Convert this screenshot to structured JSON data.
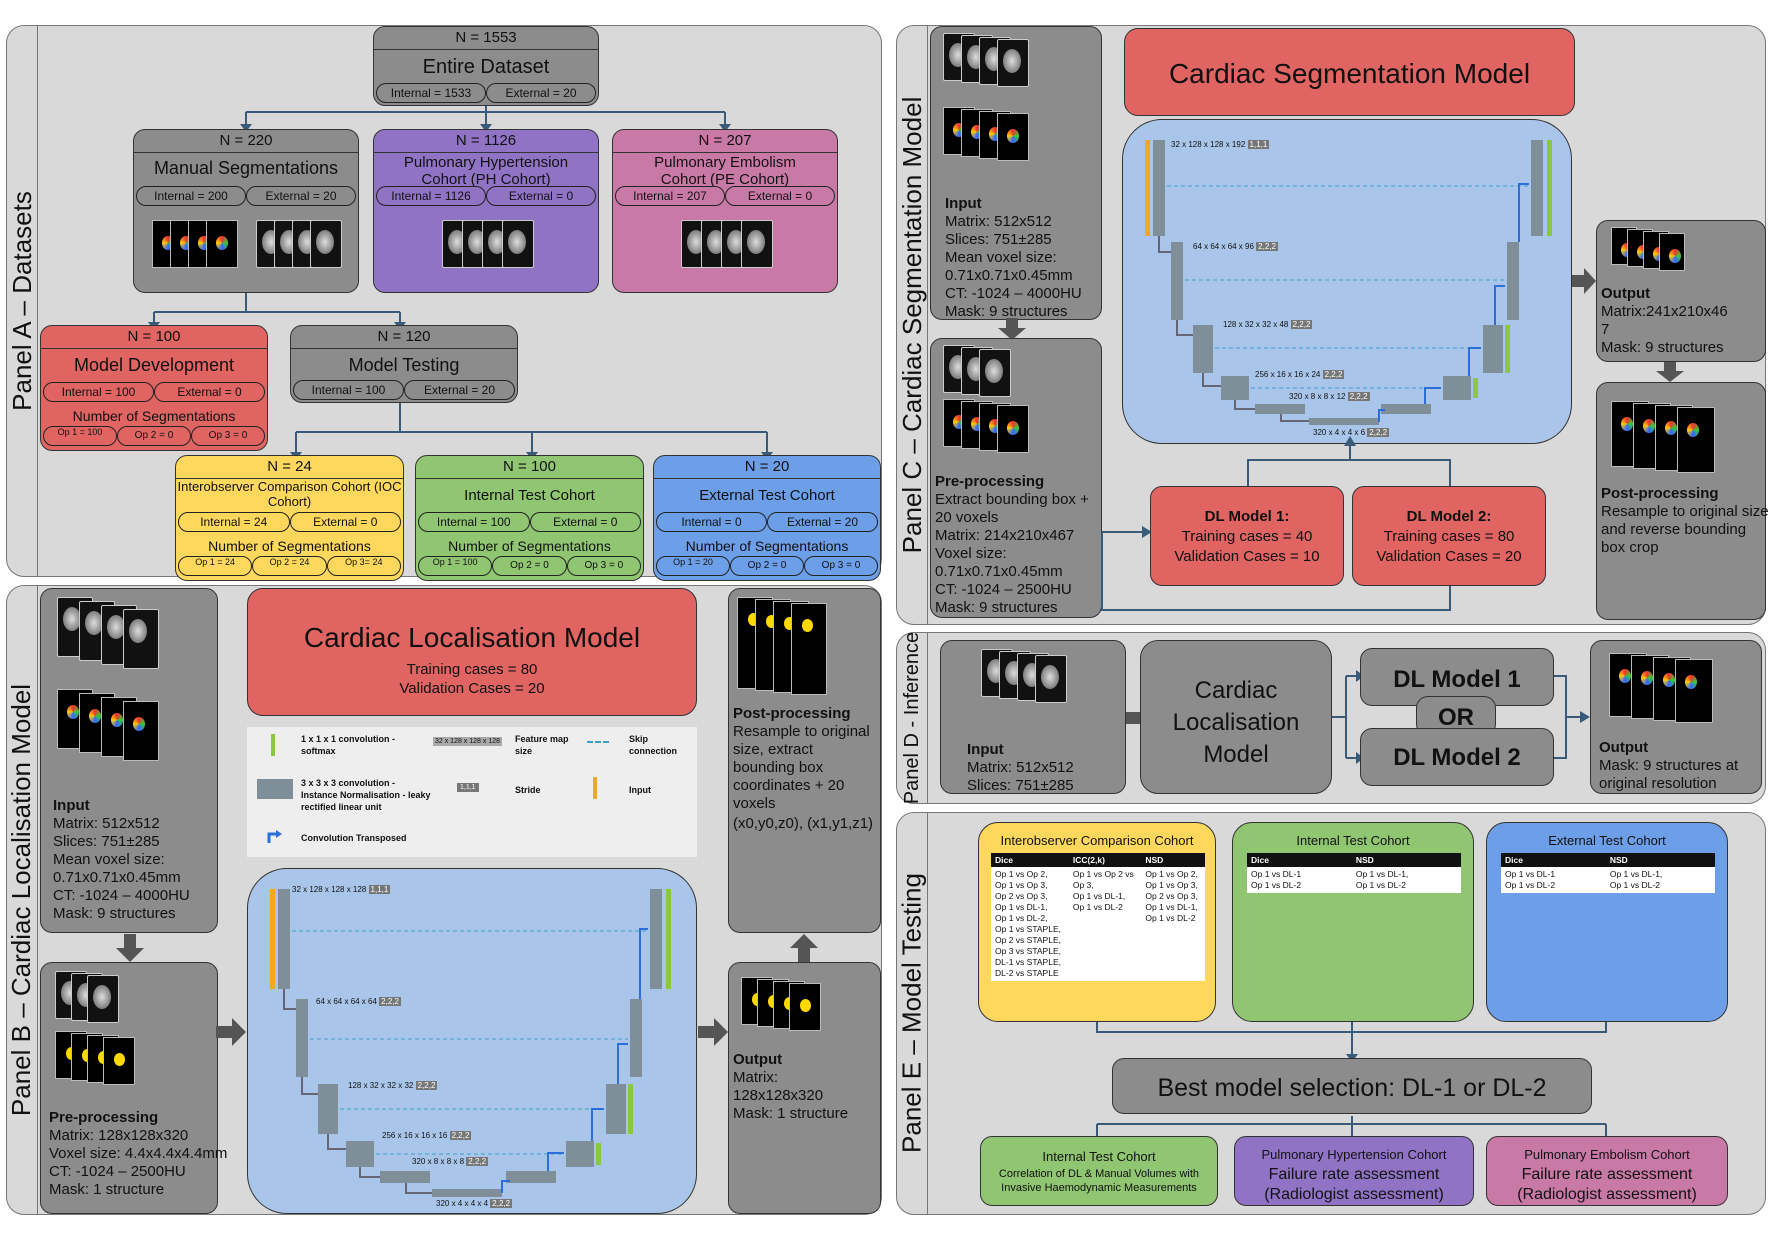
{
  "panels": {
    "a": "Panel A – Datasets",
    "b": "Panel B – Cardiac Localisation Model",
    "c": "Panel C – Cardiac Segmentation Model",
    "d": "Panel D - Inference",
    "e": "Panel E – Model Testing"
  },
  "dataset": {
    "entire": {
      "n": "N = 1553",
      "title": "Entire Dataset",
      "internal": "Internal = 1533",
      "external": "External = 20"
    },
    "manual": {
      "n": "N = 220",
      "title": "Manual Segmentations",
      "internal": "Internal = 200",
      "external": "External = 20"
    },
    "ph": {
      "n": "N = 1126",
      "title": "Pulmonary Hypertension Cohort (PH Cohort)",
      "internal": "Internal = 1126",
      "external": "External = 0"
    },
    "pe": {
      "n": "N = 207",
      "title": "Pulmonary Embolism Cohort (PE Cohort)",
      "internal": "Internal = 207",
      "external": "External = 0"
    },
    "dev": {
      "n": "N = 100",
      "title": "Model Development",
      "internal": "Internal = 100",
      "external": "External = 0",
      "segs": "Number of Segmentations",
      "op1": "Op 1 = 100",
      "op2": "Op 2 = 0",
      "op3": "Op 3 = 0"
    },
    "testing": {
      "n": "N = 120",
      "title": "Model Testing",
      "internal": "Internal = 100",
      "external": "External = 20"
    },
    "ioc": {
      "n": "N = 24",
      "title": "Interobserver Comparison Cohort (IOC Cohort)",
      "internal": "Internal = 24",
      "external": "External = 0",
      "segs": "Number of Segmentations",
      "op1": "Op 1 = 24",
      "op2": "Op 2 = 24",
      "op3": "Op 3= 24"
    },
    "itc": {
      "n": "N = 100",
      "title": "Internal Test Cohort",
      "internal": "Internal = 100",
      "external": "External = 0",
      "segs": "Number of Segmentations",
      "op1": "Op 1 = 100",
      "op2": "Op 2 = 0",
      "op3": "Op 3 = 0"
    },
    "etc": {
      "n": "N = 20",
      "title": "External Test Cohort",
      "internal": "Internal = 0",
      "external": "External = 20",
      "segs": "Number of Segmentations",
      "op1": "Op 1 = 20",
      "op2": "Op 2 = 0",
      "op3": "Op 3 = 0"
    }
  },
  "loc": {
    "input": {
      "h": "Input",
      "l1": "Matrix: 512x512",
      "l2": "Slices: 751±285",
      "l3": "Mean voxel size:",
      "l4": "0.71x0.71x0.45mm",
      "l5": "CT: -1024 – 4000HU",
      "l6": "Mask: 9 structures"
    },
    "pre": {
      "h": "Pre-processing",
      "l1": "Matrix: 128x128x320",
      "l2": "Voxel size: 4.4x4.4x4.4mm",
      "l3": "CT: -1024 – 2500HU",
      "l4": "Mask: 1 structure"
    },
    "model": {
      "title": "Cardiac Localisation Model",
      "train": "Training cases = 80",
      "val": "Validation Cases = 20"
    },
    "legend": {
      "conv1": "1 x 1 x 1 convolution - softmax",
      "fmapex": "32 x 128 x 128 x 128",
      "fmap": "Feature map size",
      "skip": "Skip connection",
      "conv3": "3 x 3 x 3 convolution - Instance Normalisation - leaky rectified linear unit",
      "strideex": "1,1,1",
      "stride": "Stride",
      "input": "Input",
      "convt": "Convolution Transposed"
    },
    "unet": {
      "s1": "32 x 128 x 128 x 128",
      "st1": "1,1,1",
      "s2": "64 x 64 x 64 x 64",
      "st2": "2,2,2",
      "s3": "128 x 32 x 32 x 32",
      "st3": "2,2,2",
      "s4": "256 x 16 x 16 x 16",
      "st4": "2,2,2",
      "s5": "320 x 8 x 8 x 8",
      "st5": "2,2,2",
      "s6": "320 x 4 x 4 x 4",
      "st6": "2,2,2"
    },
    "output": {
      "h": "Output",
      "l1": "Matrix:",
      "l2": "128x128x320",
      "l3": "Mask: 1 structure"
    },
    "post": {
      "h": "Post-processing",
      "l1": "Resample to original",
      "l2": "size, extract",
      "l3": "bounding box",
      "l4": "coordinates + 20",
      "l5": "voxels",
      "l6": "(x0,y0,z0), (x1,y1,z1)"
    }
  },
  "seg": {
    "input": {
      "h": "Input",
      "l1": "Matrix: 512x512",
      "l2": "Slices: 751±285",
      "l3": "Mean voxel size:",
      "l4": "0.71x0.71x0.45mm",
      "l5": "CT: -1024 – 4000HU",
      "l6": "Mask: 9 structures"
    },
    "pre": {
      "h": "Pre-processing",
      "l1": "Extract bounding box +",
      "l2": "20 voxels",
      "l3": "Matrix: 214x210x467",
      "l4": "Voxel size:",
      "l5": "0.71x0.71x0.45mm",
      "l6": "CT: -1024 – 2500HU",
      "l7": "Mask: 9 structures"
    },
    "model": {
      "title": "Cardiac Segmentation Model"
    },
    "unet": {
      "s1": "32 x 128 x 128 x 192",
      "st1": "1,1,1",
      "s2": "64 x 64 x 64 x 96",
      "st2": "2,2,2",
      "s3": "128 x 32 x 32 x 48",
      "st3": "2,2,2",
      "s4": "256 x 16 x 16 x 24",
      "st4": "2,2,2",
      "s5": "320 x 8 x 8 x 12",
      "st5": "2,2,2",
      "s6": "320 x 4 x 4 x 6",
      "st6": "2,2,2"
    },
    "dl1": {
      "title": "DL Model 1:",
      "train": "Training cases = 40",
      "val": "Validation Cases = 10"
    },
    "dl2": {
      "title": "DL Model 2:",
      "train": "Training cases = 80",
      "val": "Validation Cases = 20"
    },
    "output": {
      "h": "Output",
      "l1": "Matrix:241x210x46",
      "l2": "7",
      "l3": "Mask: 9 structures"
    },
    "post": {
      "h": "Post-processing",
      "l1": "Resample to original size",
      "l2": "and reverse bounding",
      "l3": "box crop"
    }
  },
  "inference": {
    "input": {
      "h": "Input",
      "l1": "Matrix: 512x512",
      "l2": "Slices: 751±285"
    },
    "loc1": "Cardiac",
    "loc2": "Localisation",
    "loc3": "Model",
    "dl1": "DL Model 1",
    "or": "OR",
    "dl2": "DL Model 2",
    "output": {
      "h": "Output",
      "l1": "Mask: 9 structures at",
      "l2": "original resolution"
    }
  },
  "testing": {
    "ioc": {
      "title": "Interobserver Comparison Cohort",
      "cols": [
        "Dice",
        "ICC(2,k)",
        "NSD"
      ],
      "c1": [
        "Op 1 vs Op 2,",
        "Op 1 vs Op 3,",
        "Op 2 vs Op 3,",
        "Op 1 vs DL-1,",
        "Op 1 vs DL-2,",
        "Op 1 vs STAPLE,",
        "Op 2 vs STAPLE,",
        "Op 3 vs STAPLE,",
        "DL-1 vs STAPLE,",
        "DL-2 vs STAPLE"
      ],
      "c2": [
        "Op 1 vs Op 2 vs",
        "Op 3,",
        "Op 1 vs DL-1,",
        "Op 1 vs DL-2"
      ],
      "c3": [
        "Op 1 vs Op 2,",
        "Op 1 vs Op 3,",
        "Op 2 vs Op 3,",
        "Op 1 vs DL-1,",
        "Op 1 vs DL-2"
      ]
    },
    "itc": {
      "title": "Internal Test Cohort",
      "cols": [
        "Dice",
        "NSD"
      ],
      "c1": [
        "Op 1 vs DL-1",
        "Op 1 vs DL-2"
      ],
      "c2": [
        "Op 1 vs DL-1,",
        "Op 1 vs DL-2"
      ]
    },
    "etc": {
      "title": "External Test Cohort",
      "cols": [
        "Dice",
        "NSD"
      ],
      "c1": [
        "Op 1 vs DL-1",
        "Op 1 vs DL-2"
      ],
      "c2": [
        "Op 1 vs DL-1,",
        "Op 1 vs DL-2"
      ]
    },
    "best": "Best model selection: DL-1 or DL-2",
    "b1": {
      "title": "Internal Test Cohort",
      "l1": "Correlation of DL & Manual Volumes with",
      "l2": "Invasive Haemodynamic Measurements"
    },
    "b2": {
      "title": "Pulmonary Hypertension Cohort",
      "l1": "Failure rate assessment",
      "l2": "(Radiologist assessment)"
    },
    "b3": {
      "title": "Pulmonary Embolism Cohort",
      "l1": "Failure rate assessment",
      "l2": "(Radiologist assessment)"
    }
  },
  "colors": {
    "panel": "#d9d9d9",
    "grey": "#8c8c8c",
    "red": "#e06462",
    "purple": "#9173c6",
    "pink": "#c979a6",
    "yellow": "#fdd85d",
    "green": "#90c571",
    "blue": "#6d9fe9",
    "unet": "#a9c6ea"
  }
}
